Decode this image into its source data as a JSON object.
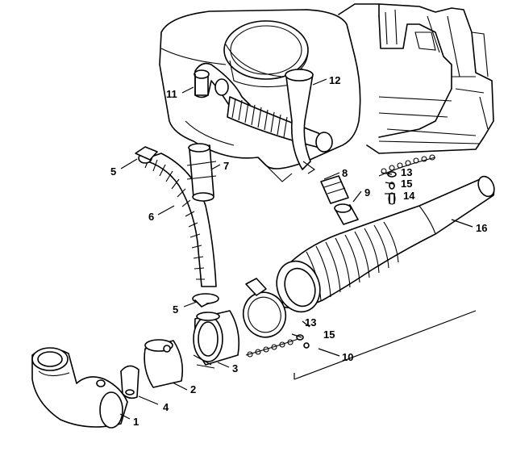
{
  "diagram": {
    "part_labels": [
      {
        "id": "p1",
        "text": "1"
      },
      {
        "id": "p2",
        "text": "2"
      },
      {
        "id": "p3",
        "text": "3"
      },
      {
        "id": "p4",
        "text": "4"
      },
      {
        "id": "p5a",
        "text": "5"
      },
      {
        "id": "p5b",
        "text": "5"
      },
      {
        "id": "p6",
        "text": "6"
      },
      {
        "id": "p7",
        "text": "7"
      },
      {
        "id": "p8",
        "text": "8"
      },
      {
        "id": "p9",
        "text": "9"
      },
      {
        "id": "p10",
        "text": "10"
      },
      {
        "id": "p11",
        "text": "11"
      },
      {
        "id": "p12",
        "text": "12"
      },
      {
        "id": "p13a",
        "text": "13"
      },
      {
        "id": "p13b",
        "text": "13"
      },
      {
        "id": "p14",
        "text": "14"
      },
      {
        "id": "p15a",
        "text": "15"
      },
      {
        "id": "p15b",
        "text": "15"
      },
      {
        "id": "p16",
        "text": "16"
      }
    ]
  }
}
